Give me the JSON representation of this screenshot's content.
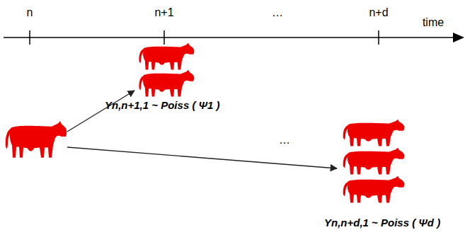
{
  "diagram": {
    "labels": [
      "n",
      "n+1",
      "…",
      "n+d",
      "time",
      "Yn,n+1,1 ~ Poiss ( Ψ1 )",
      "…",
      "Yn,n+d,1 ~ Poiss ( Ψd )"
    ]
  }
}
